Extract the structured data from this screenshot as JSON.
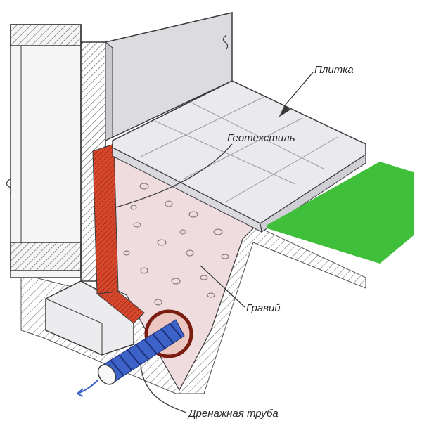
{
  "labels": {
    "tile": "Плитка",
    "geotextile": "Геотекстиль",
    "gravel": "Гравий",
    "drain_pipe": "Дренажная труба"
  },
  "colors": {
    "wall": "#dcdce0",
    "wall_face": "#e6e6ea",
    "tile": "#e9e9ee",
    "lawn": "#3fbf3a",
    "membrane": "#d7472c",
    "gravel": "#eedcde",
    "pipe": "#3e63c8",
    "outline": "#3a3a3a"
  }
}
